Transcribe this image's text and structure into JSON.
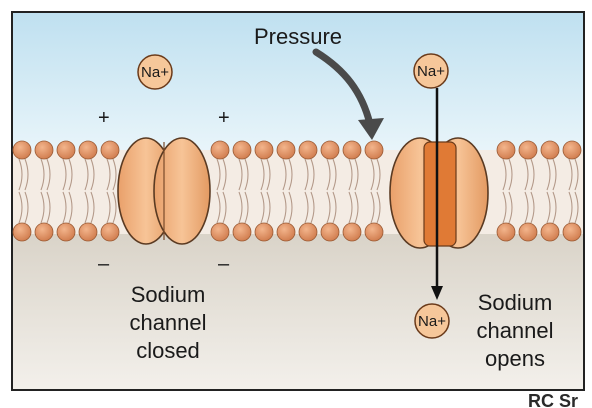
{
  "labels": {
    "pressure": "Pressure",
    "closed_line1": "Sodium",
    "closed_line2": "channel",
    "closed_line3": "closed",
    "opens_line1": "Sodium",
    "opens_line2": "channel",
    "opens_line3": "opens"
  },
  "ions": {
    "left": "Na+",
    "right_top": "Na+",
    "right_bottom": "Na+"
  },
  "charges": {
    "plus": "+",
    "minus": "–"
  },
  "cropped_text": "RC Sr",
  "colors": {
    "extracellular_top": "#bfe0f0",
    "extracellular_bottom": "#e8f4f8",
    "intracellular_top": "#dcd6cc",
    "intracellular_bottom": "#f2efea",
    "phospholipid_head": "#e0956a",
    "channel_fill": "#f2b27c",
    "channel_core": "#e07a35",
    "ion_fill": "#f6c79a",
    "arrow": "#4a4a4a"
  }
}
